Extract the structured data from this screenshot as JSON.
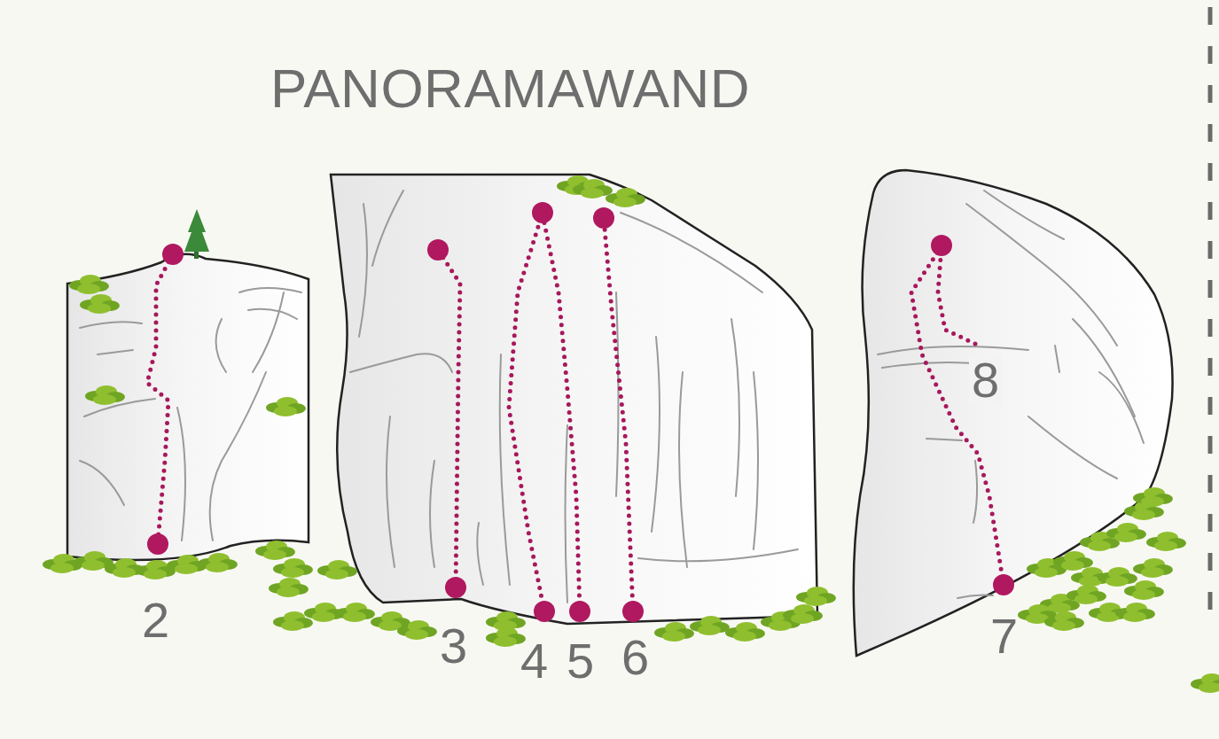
{
  "diagram": {
    "title": "PANORAMAWAND",
    "labels": [
      "2",
      "3",
      "4",
      "5",
      "6",
      "8",
      "7"
    ]
  }
}
